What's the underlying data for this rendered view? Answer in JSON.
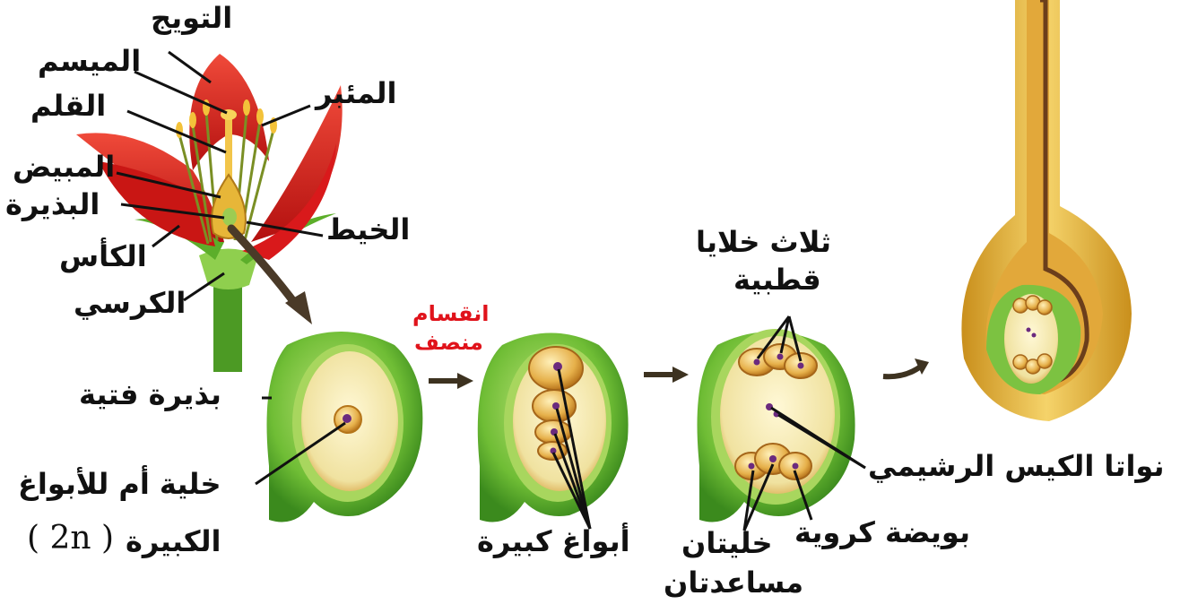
{
  "flower_labels": {
    "corolla": "التويج",
    "stigma": "الميسم",
    "anther": "المئبر",
    "style": "القلم",
    "ovary": "المبيض",
    "ovule": "البذيرة",
    "filament": "الخيط",
    "calyx": "الكأس",
    "receptacle": "الكرسي"
  },
  "stage_labels": {
    "young_ovule": "بذيرة فتية",
    "megaspore_mother_line1": "خلية أم للأبواغ",
    "megaspore_mother_line2": "الكبيرة",
    "ploidy": "( 2n )",
    "division_line1": "انقسام",
    "division_line2": "منصف",
    "megaspores": "أبواغ كبيرة",
    "polar_line1": "ثلاث خلايا",
    "polar_line2": "قطبية",
    "embryo_sac_nuclei": "نواتا الكيس الرشيمي",
    "egg": "بويضة كروية",
    "synergids_line1": "خليتان",
    "synergids_line2": "مساعدتان"
  },
  "colors": {
    "petal": "#d9191b",
    "sepal": "#5cae2a",
    "ovule_green": "#7cc241",
    "ovule_inner": "#f3e9b4",
    "cell_orange": "#e0a53a",
    "nucleus": "#6b2a7e",
    "arrow": "#3d3220",
    "division_text": "#e0131b"
  }
}
